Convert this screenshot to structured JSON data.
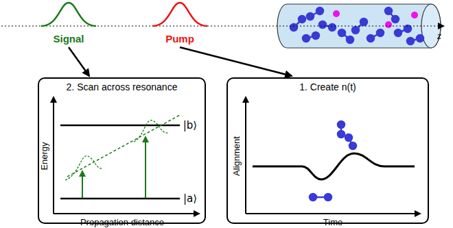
{
  "diagram": {
    "nodes": [
      {
        "text": [
          "Signal"
        ]
      },
      {
        "text": [
          "Pump"
        ]
      },
      {
        "text": [
          "2. Scan across resonance"
        ]
      },
      {
        "text": [
          "1. Create n(t)"
        ]
      }
    ],
    "edges": [
      {
        "from": 0,
        "to": 2,
        "arrow": "to"
      },
      {
        "from": 1,
        "to": 3,
        "arrow": "to"
      }
    ],
    "labels": [
      "z",
      "Energy",
      "Propagation distance",
      "|b⟩",
      "|a⟩",
      "Alignment",
      "Time"
    ]
  }
}
